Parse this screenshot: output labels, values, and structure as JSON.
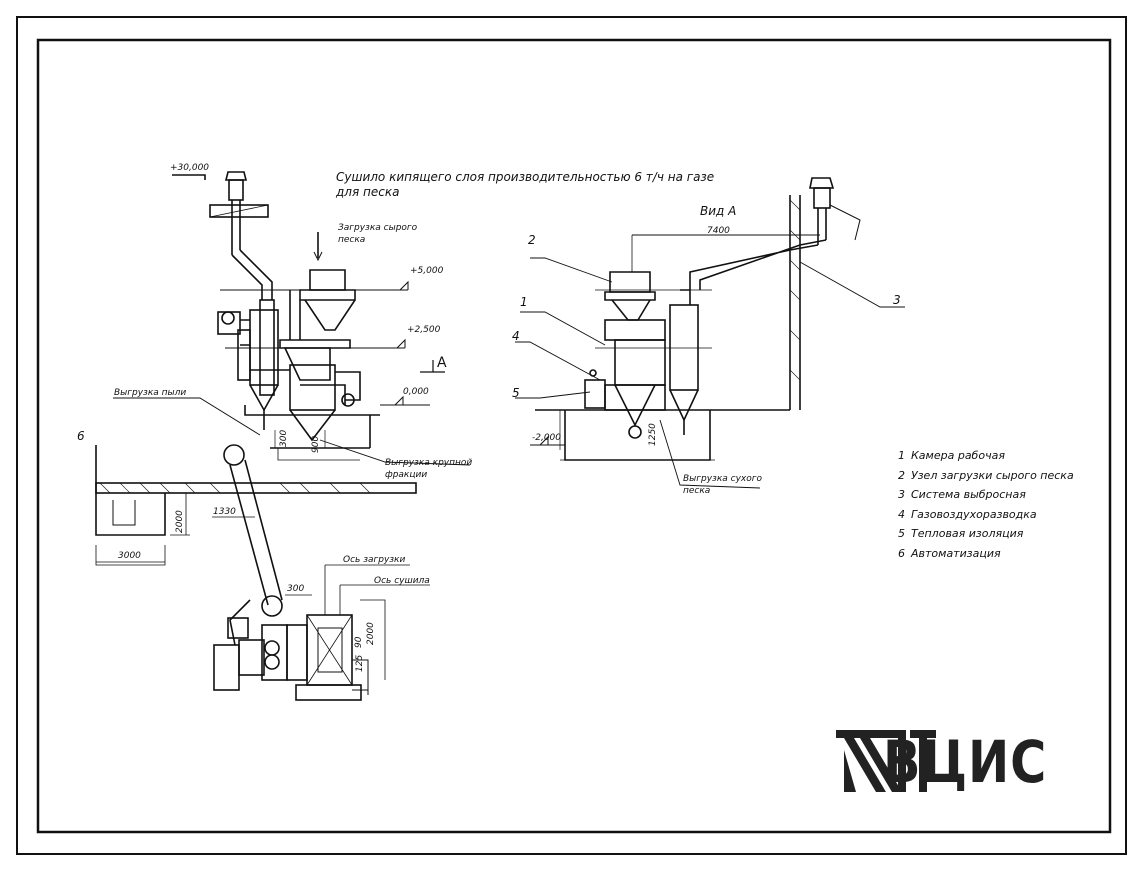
{
  "title": {
    "line1": "Сушило кипящего слоя производительностью 6 т/ч на газе",
    "line2": "для песка"
  },
  "view_label": "Вид А",
  "section_marker": "А",
  "elevations": {
    "top": "+30,000",
    "e5000": "+5,000",
    "e2500": "+2,500",
    "e0000": "0,000",
    "e_minus": "-2,000"
  },
  "dimensions": {
    "d7400": "7400",
    "d1250": "1250",
    "d300_small": "300",
    "d2000_left": "2000",
    "d3000": "3000",
    "d1330": "1330",
    "d300_plan": "300",
    "d2000_plan": "2000",
    "d90": "90",
    "d125": "125",
    "d900": "900"
  },
  "annotations": {
    "load_raw_sand": "Загрузка сырого песка",
    "dust_unload": "Выгрузка пыли",
    "coarse_unload": "Выгрузка крупной фракции",
    "dry_sand_unload": "Выгрузка сухого песка",
    "load_axis": "Ось загрузки",
    "dryer_axis": "Ось сушила"
  },
  "callouts": [
    "1",
    "2",
    "3",
    "4",
    "5",
    "6"
  ],
  "legend": [
    {
      "num": "1",
      "label": "Камера рабочая"
    },
    {
      "num": "2",
      "label": "Узел загрузки сырого песка"
    },
    {
      "num": "3",
      "label": "Система выбросная"
    },
    {
      "num": "4",
      "label": "Газовоздухоразводка"
    },
    {
      "num": "5",
      "label": "Тепловая изоляция"
    },
    {
      "num": "6",
      "label": "Автоматизация"
    }
  ],
  "logo": {
    "text": "ВЦИС",
    "icon": "ntb-logo-icon"
  },
  "colors": {
    "ink": "#111111",
    "logo": "#222222"
  }
}
